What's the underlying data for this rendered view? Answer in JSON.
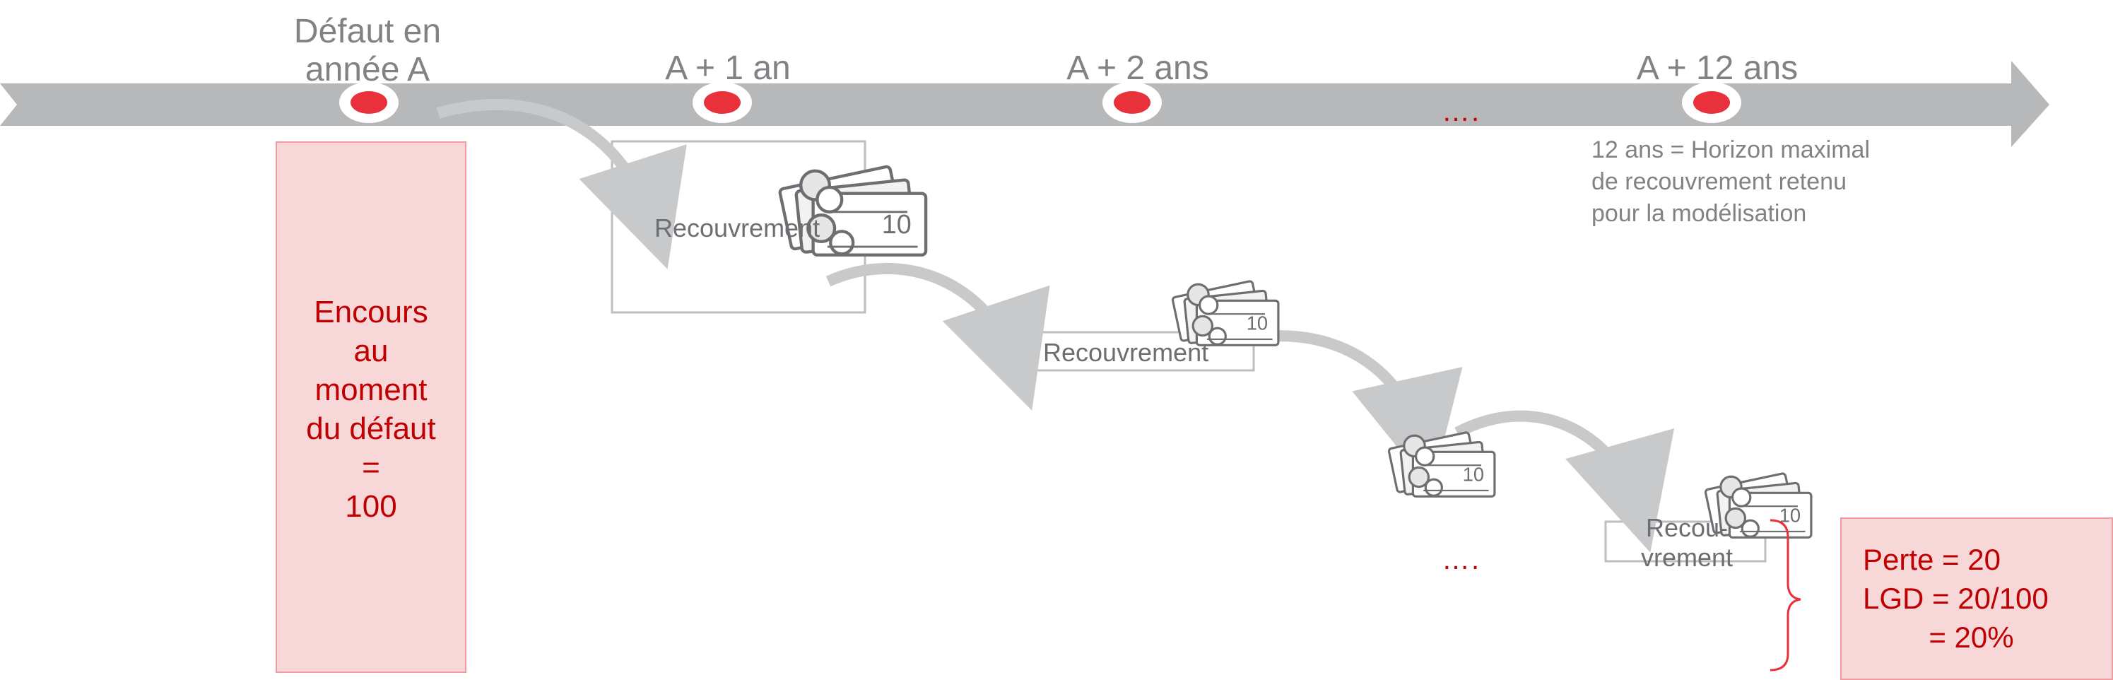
{
  "milestones": [
    {
      "label": "Défaut en\nannée A"
    },
    {
      "label": "A + 1 an"
    },
    {
      "label": "A + 2 ans"
    },
    {
      "label": "A + 12 ans"
    }
  ],
  "ellipsis": "….",
  "horizon_note": "12 ans = Horizon maximal\nde recouvrement retenu\npour la modélisation",
  "encours_box": "Encours\nau\nmoment\ndu défaut\n=\n100",
  "recoveries": [
    {
      "label": "Recouvrement"
    },
    {
      "label": "Recouvrement"
    },
    {
      "label": "Recou-\nvrement"
    }
  ],
  "result_box": "Perte = 20\nLGD = 20/100\n        = 20%",
  "colors": {
    "axis": "#b6b8ba",
    "marker": "#e8313b",
    "accent_text": "#c00000",
    "pink_fill": "#f8d7d9",
    "grey_text": "#808285"
  }
}
